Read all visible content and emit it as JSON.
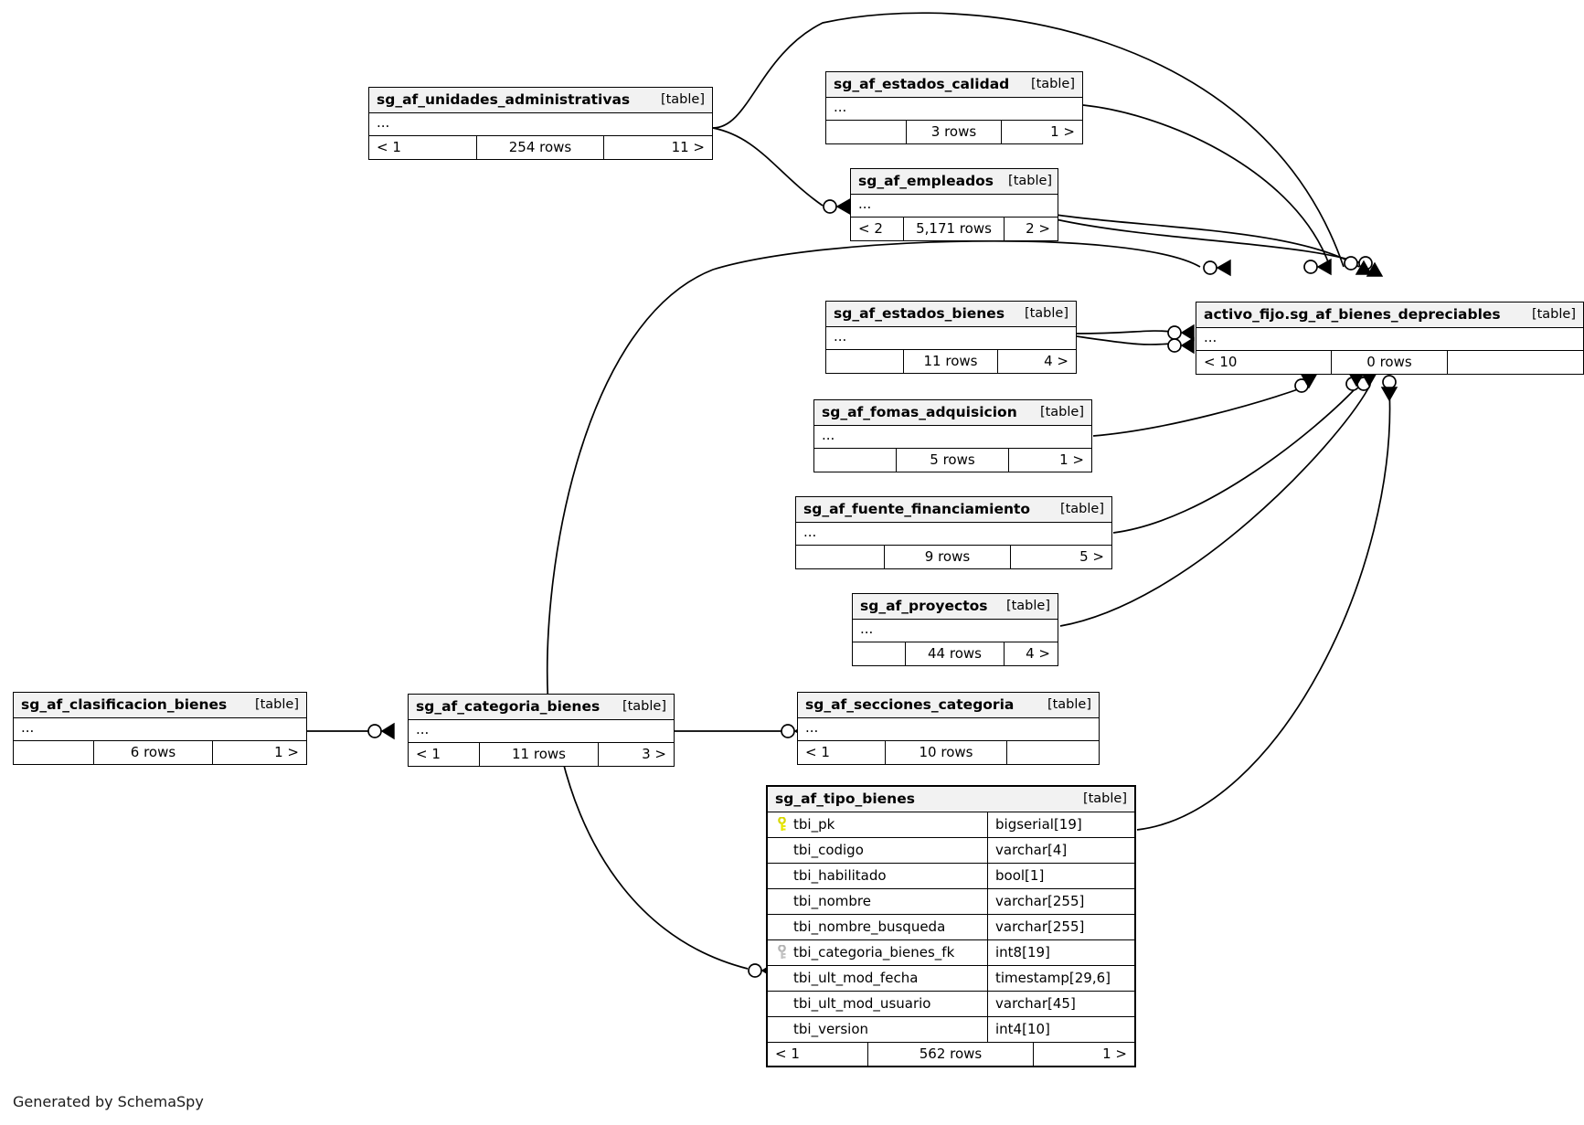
{
  "diagram": {
    "generator_note": "Generated by SchemaSpy",
    "table_tag": "[table]",
    "ellipsis": "...",
    "pk_icon": "key-icon-primary",
    "fk_icon": "key-icon-foreign",
    "colors": {
      "background": "#ffffff",
      "table_header_fill": "#f2f2f2",
      "border": "#000000",
      "pk_key": "#e8e800",
      "fk_key": "#b3b3b3"
    }
  },
  "tables": [
    {
      "id": "unidades_administrativas",
      "name": "sg_af_unidades_administrativas",
      "tag": "[table]",
      "ellipsis": "...",
      "footer": {
        "left": "< 1",
        "mid": "254 rows",
        "right": "11 >"
      }
    },
    {
      "id": "estados_calidad",
      "name": "sg_af_estados_calidad",
      "tag": "[table]",
      "ellipsis": "...",
      "footer": {
        "left": "",
        "mid": "3 rows",
        "right": "1 >"
      }
    },
    {
      "id": "empleados",
      "name": "sg_af_empleados",
      "tag": "[table]",
      "ellipsis": "...",
      "footer": {
        "left": "< 2",
        "mid": "5,171 rows",
        "right": "2 >"
      }
    },
    {
      "id": "estados_bienes",
      "name": "sg_af_estados_bienes",
      "tag": "[table]",
      "ellipsis": "...",
      "footer": {
        "left": "",
        "mid": "11 rows",
        "right": "4 >"
      }
    },
    {
      "id": "bienes_depreciables",
      "name": "activo_fijo.sg_af_bienes_depreciables",
      "tag": "[table]",
      "ellipsis": "...",
      "footer": {
        "left": "< 10",
        "mid": "0 rows",
        "right": ""
      }
    },
    {
      "id": "fomas_adquisicion",
      "name": "sg_af_fomas_adquisicion",
      "tag": "[table]",
      "ellipsis": "...",
      "footer": {
        "left": "",
        "mid": "5 rows",
        "right": "1 >"
      }
    },
    {
      "id": "fuente_financiamiento",
      "name": "sg_af_fuente_financiamiento",
      "tag": "[table]",
      "ellipsis": "...",
      "footer": {
        "left": "",
        "mid": "9 rows",
        "right": "5 >"
      }
    },
    {
      "id": "proyectos",
      "name": "sg_af_proyectos",
      "tag": "[table]",
      "ellipsis": "...",
      "footer": {
        "left": "",
        "mid": "44 rows",
        "right": "4 >"
      }
    },
    {
      "id": "clasificacion_bienes",
      "name": "sg_af_clasificacion_bienes",
      "tag": "[table]",
      "ellipsis": "...",
      "footer": {
        "left": "",
        "mid": "6 rows",
        "right": "1 >"
      }
    },
    {
      "id": "categoria_bienes",
      "name": "sg_af_categoria_bienes",
      "tag": "[table]",
      "ellipsis": "...",
      "footer": {
        "left": "< 1",
        "mid": "11 rows",
        "right": "3 >"
      }
    },
    {
      "id": "secciones_categoria",
      "name": "sg_af_secciones_categoria",
      "tag": "[table]",
      "ellipsis": "...",
      "footer": {
        "left": "< 1",
        "mid": "10 rows",
        "right": ""
      }
    },
    {
      "id": "tipo_bienes",
      "name": "sg_af_tipo_bienes",
      "tag": "[table]",
      "columns": [
        {
          "key": "pk",
          "name": "tbi_pk",
          "type": "bigserial[19]"
        },
        {
          "key": "",
          "name": "tbi_codigo",
          "type": "varchar[4]"
        },
        {
          "key": "",
          "name": "tbi_habilitado",
          "type": "bool[1]"
        },
        {
          "key": "",
          "name": "tbi_nombre",
          "type": "varchar[255]"
        },
        {
          "key": "",
          "name": "tbi_nombre_busqueda",
          "type": "varchar[255]"
        },
        {
          "key": "fk",
          "name": "tbi_categoria_bienes_fk",
          "type": "int8[19]"
        },
        {
          "key": "",
          "name": "tbi_ult_mod_fecha",
          "type": "timestamp[29,6]"
        },
        {
          "key": "",
          "name": "tbi_ult_mod_usuario",
          "type": "varchar[45]"
        },
        {
          "key": "",
          "name": "tbi_version",
          "type": "int4[10]"
        }
      ],
      "footer": {
        "left": "< 1",
        "mid": "562 rows",
        "right": "1 >"
      }
    }
  ]
}
